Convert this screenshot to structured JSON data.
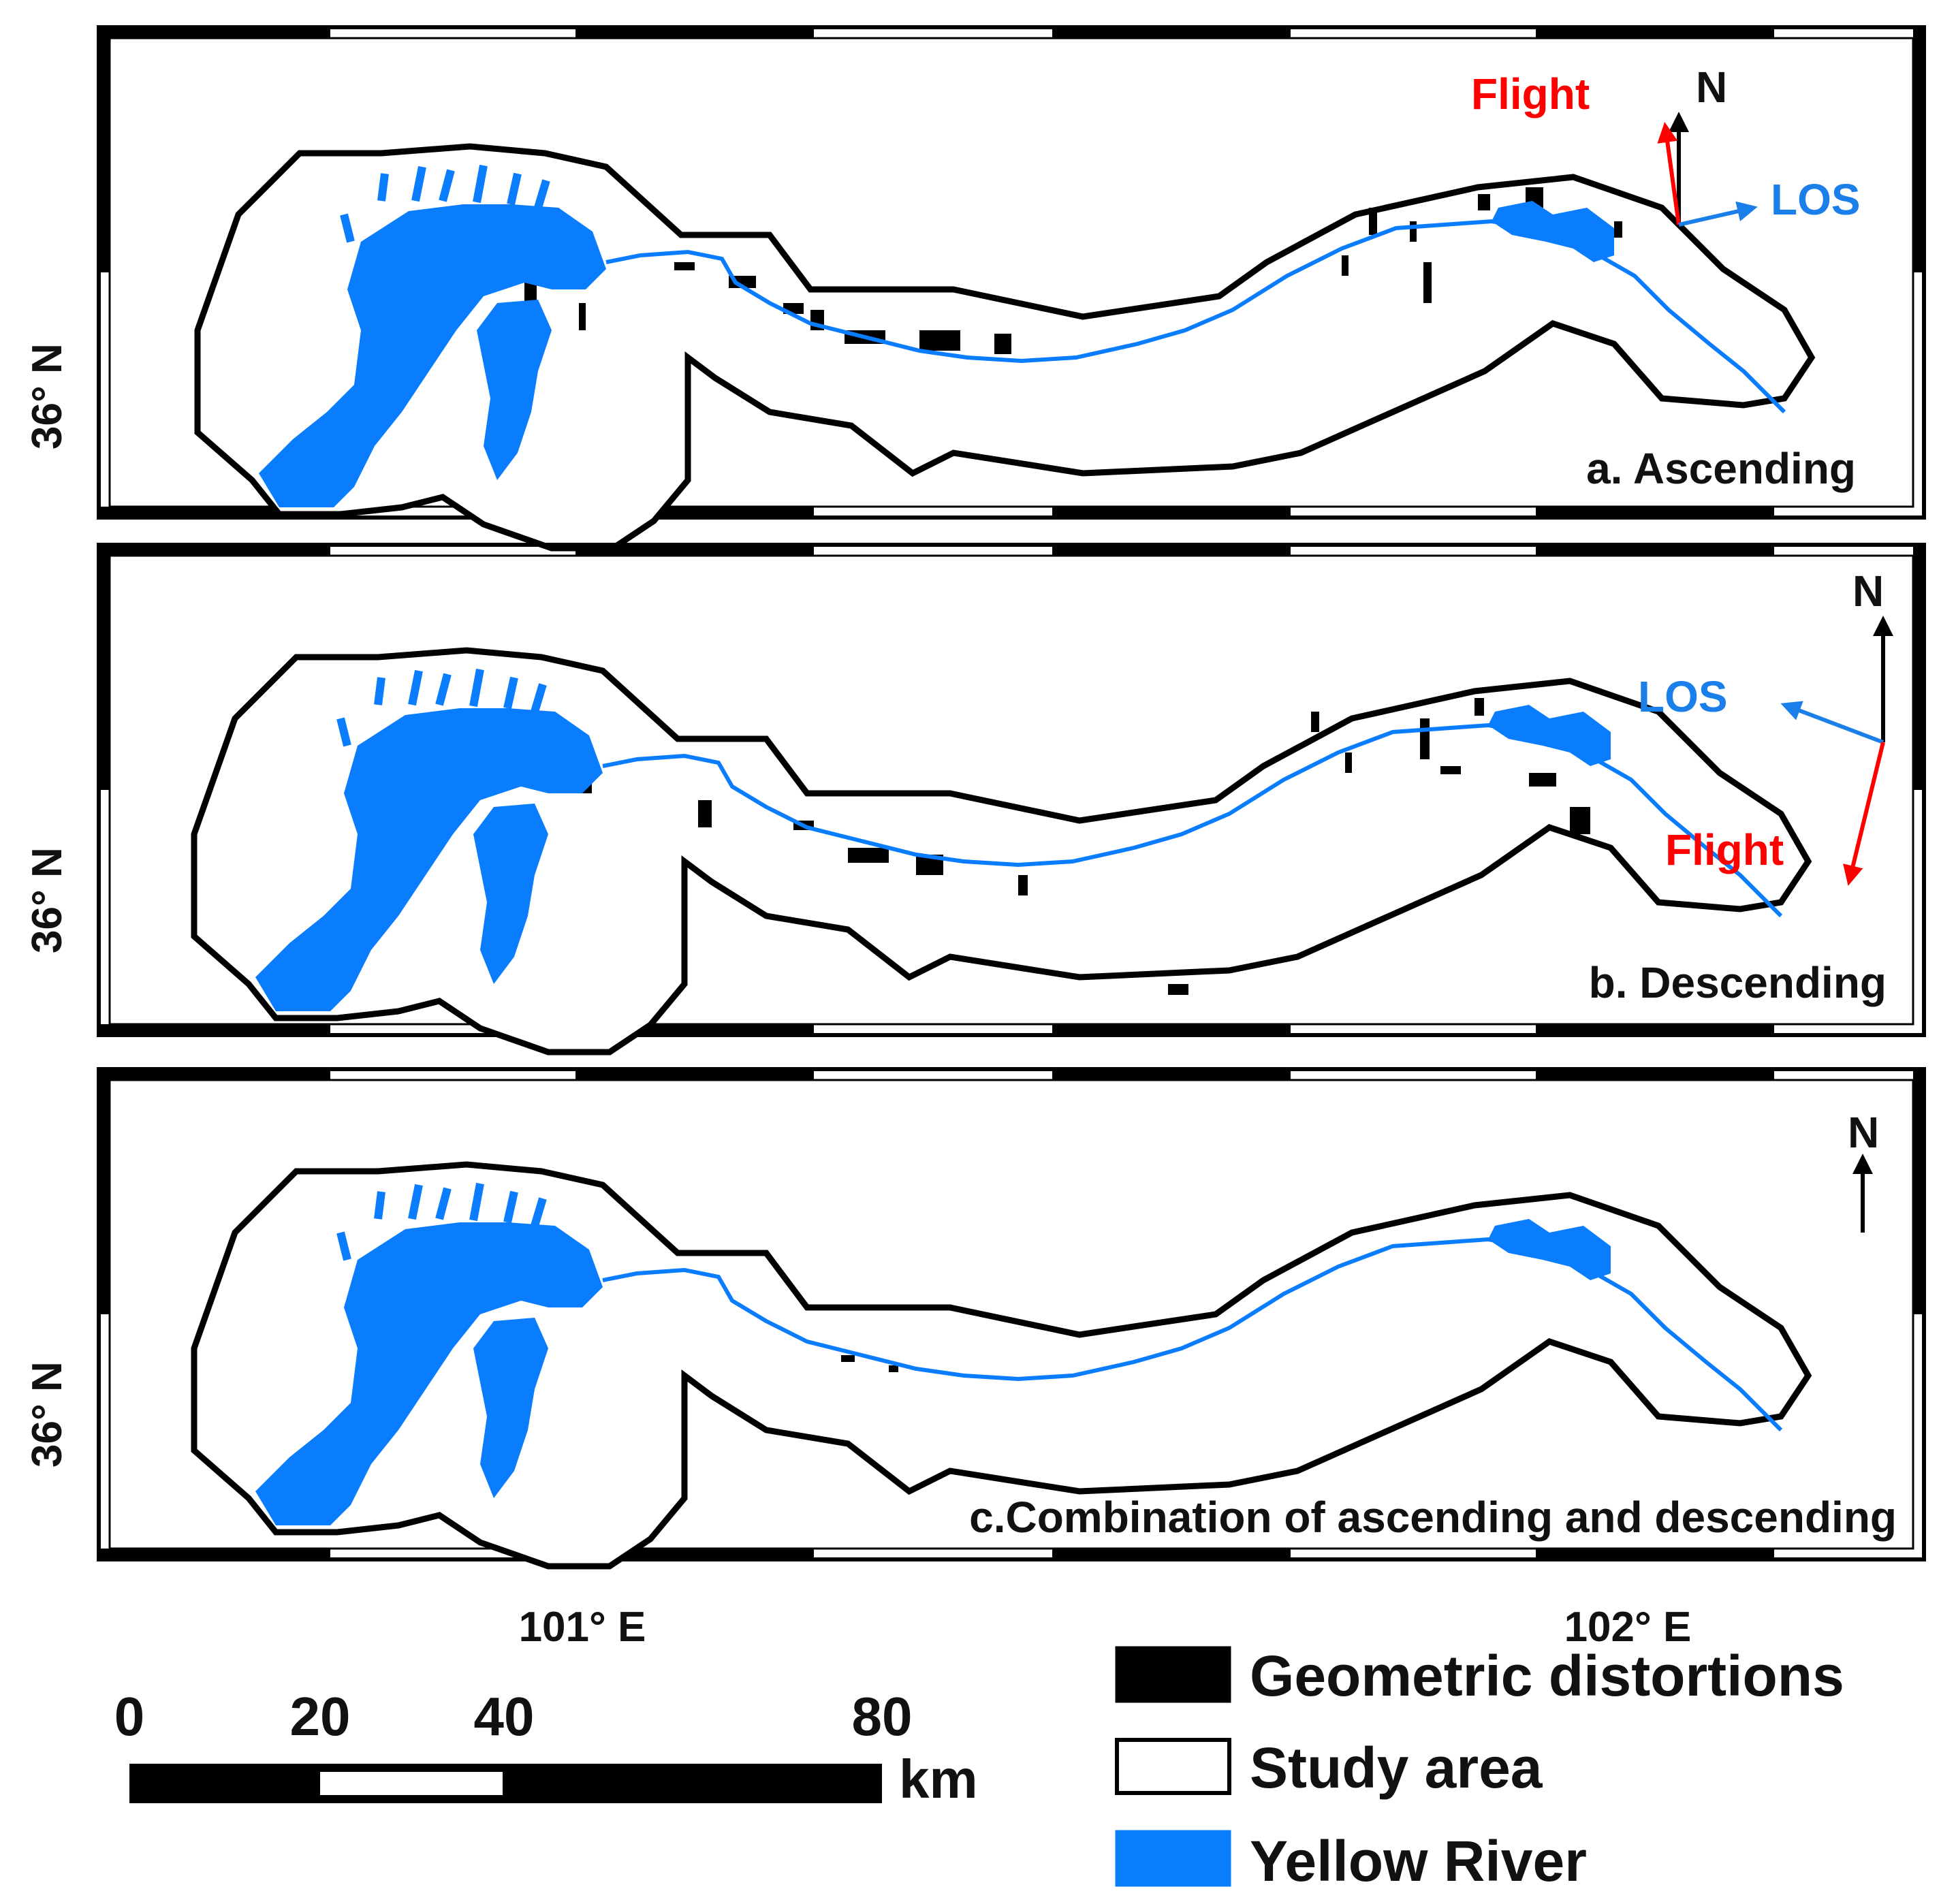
{
  "panels": [
    {
      "id": "a",
      "label": "a. Ascending",
      "flight_label": "Flight",
      "los_label": "LOS",
      "north_label": "N",
      "lat_label": "36° N"
    },
    {
      "id": "b",
      "label": "b. Descending",
      "flight_label": "Flight",
      "los_label": "LOS",
      "north_label": "N",
      "lat_label": "36° N"
    },
    {
      "id": "c",
      "label": "c.Combination of ascending and descending",
      "north_label": "N",
      "lat_label": "36° N"
    }
  ],
  "lon_ticks": [
    "101° E",
    "102° E"
  ],
  "scale_bar": {
    "ticks": [
      "0",
      "20",
      "40",
      "80"
    ],
    "unit": "km"
  },
  "legend": {
    "items": [
      {
        "label": "Geometric distortions",
        "swatch": "#000000"
      },
      {
        "label": "Study area",
        "swatch": "#ffffff"
      },
      {
        "label": "Yellow River",
        "swatch": "#0a7dff"
      }
    ]
  },
  "colors": {
    "river": "#0a7dff",
    "flight_arrow": "#ff0000",
    "los_arrow": "#1a7fe8",
    "outline": "#000000"
  }
}
